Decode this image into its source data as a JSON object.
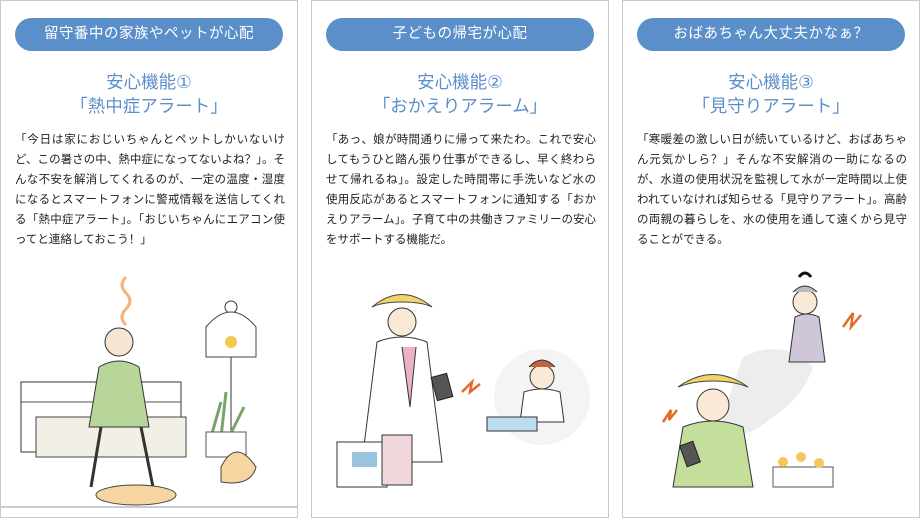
{
  "panels": [
    {
      "tag": "留守番中の家族やペットが心配",
      "feature_no": "安心機能①",
      "feature_name": "「熱中症アラート」",
      "text": "「今日は家におじいちゃんとペットしかいないけど、この暑さの中、熱中症になってないよね？」。そんな不安を解消してくれるのが、一定の温度・湿度になるとスマートフォンに警戒情報を送信してくれる「熱中症アラート」。「おじいちゃんにエアコン使ってと連絡しておこう！」",
      "illustration": "grandfather-with-pets-illustration"
    },
    {
      "tag": "子どもの帰宅が心配",
      "feature_no": "安心機能②",
      "feature_name": "「おかえりアラーム」",
      "text": "「あっ、娘が時間通りに帰って来たわ。これで安心してもうひと踏ん張り仕事ができるし、早く終わらせて帰れるね」。設定した時間帯に手洗いなど水の使用反応があるとスマートフォンに通知する「おかえりアラーム」。子育て中の共働きファミリーの安心をサポートする機能だ。",
      "illustration": "mother-and-daughter-illustration"
    },
    {
      "tag": "おばあちゃん大丈夫かなぁ？",
      "feature_no": "安心機能③",
      "feature_name": "「見守りアラート」",
      "text": "「寒暖差の激しい日が続いているけど、おばあちゃん元気かしら？」そんな不安解消の一助になるのが、水道の使用状況を監視して水が一定時間以上使われていなければ知らせる「見守りアラート」。高齢の両親の暮らしを、水の使用を通して遠くから見守ることができる。",
      "illustration": "grandmother-watch-illustration"
    }
  ],
  "colors": {
    "accent": "#5b8fc9",
    "text": "#222222",
    "border": "#c9c9c9"
  }
}
